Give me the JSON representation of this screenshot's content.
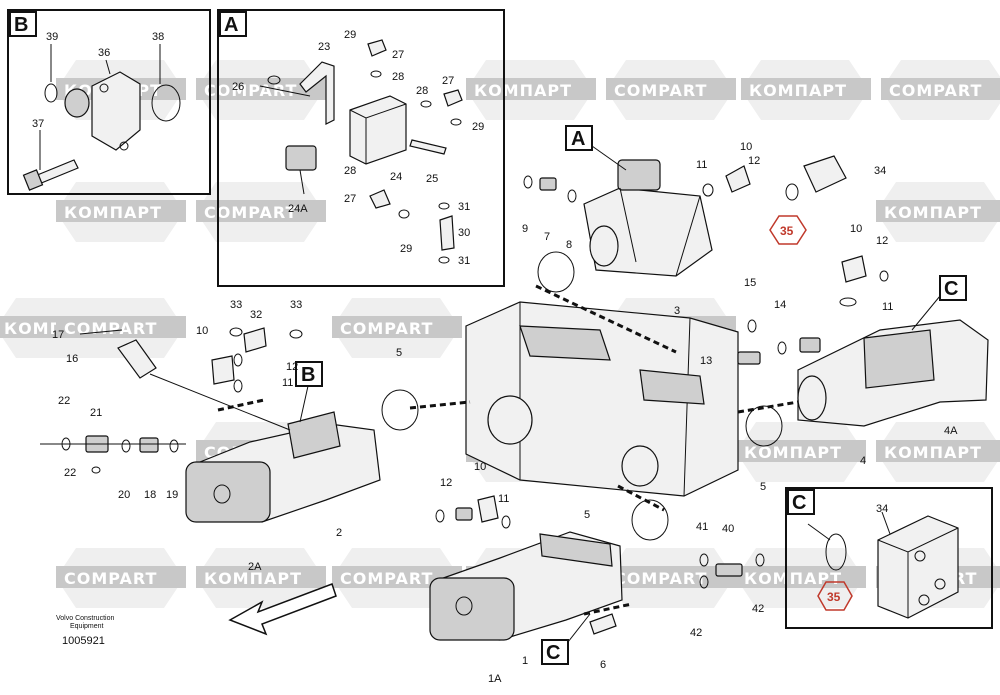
{
  "watermark": {
    "text_ru": "КОМПАРТ",
    "text_en": "COMPART",
    "color": "#c8c8c8"
  },
  "highlight_color": "#c0392b",
  "callouts": {
    "a": "A",
    "b": "B",
    "c": "C"
  },
  "highlight_label": "35",
  "footer": {
    "brand_line1": "Volvo Construction",
    "brand_line2": "Equipment",
    "drawing_id": "1005921"
  },
  "labels": {
    "b39": "39",
    "b36": "36",
    "b38": "38",
    "b37": "37",
    "a29": "29",
    "a23": "23",
    "a27a": "27",
    "a26": "26",
    "a28a": "28",
    "a27b": "27",
    "a28b": "28",
    "a29b": "29",
    "a28c": "28",
    "a24": "24",
    "a25": "25",
    "a24A": "24A",
    "a27c": "27",
    "a31a": "31",
    "a30": "30",
    "a29c": "29",
    "a31b": "31",
    "m11a": "11",
    "m10a": "10",
    "m12a": "12",
    "m34": "34",
    "m9": "9",
    "m7": "7",
    "m8": "8",
    "m3": "3",
    "m10b": "10",
    "m12b": "12",
    "m11b": "11",
    "m15": "15",
    "m14": "14",
    "m13": "13",
    "m4": "4",
    "m4A": "4A",
    "m5a": "5",
    "m5b": "5",
    "m5c": "5",
    "l33a": "33",
    "l32": "32",
    "l33b": "33",
    "l17": "17",
    "l10": "10",
    "l12": "12",
    "l16": "16",
    "l11": "11",
    "l22a": "22",
    "l21": "21",
    "l22b": "22",
    "l20": "20",
    "l18": "18",
    "l19": "19",
    "l2": "2",
    "l2A": "2A",
    "c10": "10",
    "c12": "12",
    "c11": "11",
    "c41": "41",
    "c40": "40",
    "c42a": "42",
    "c42b": "42",
    "c6": "6",
    "c1": "1",
    "c1A": "1A",
    "cc34": "34"
  }
}
